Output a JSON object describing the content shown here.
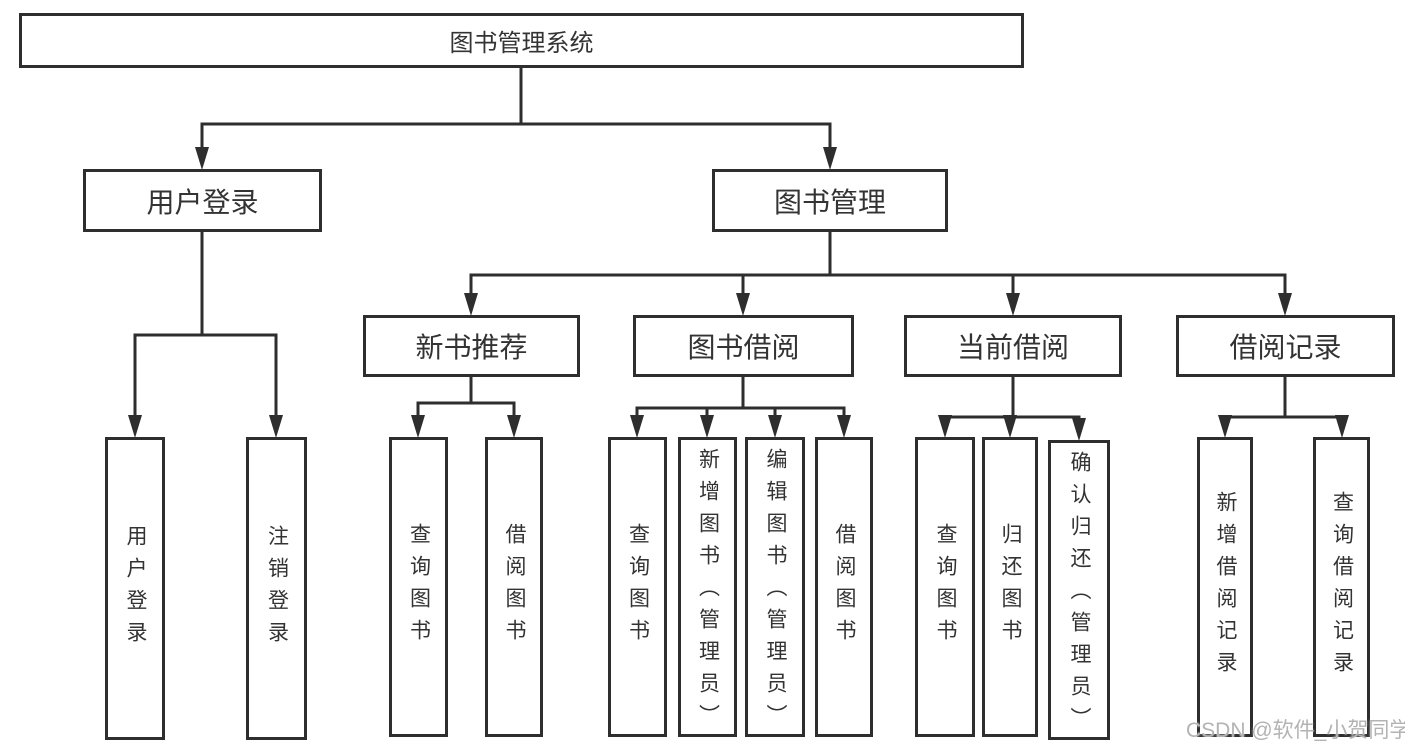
{
  "tree": {
    "root": "图书管理系统",
    "branches": [
      {
        "label": "用户登录",
        "children": [
          "用户登录",
          "注销登录"
        ]
      },
      {
        "label": "图书管理",
        "groups": [
          {
            "label": "新书推荐",
            "children": [
              "查询图书",
              "借阅图书"
            ]
          },
          {
            "label": "图书借阅",
            "children": [
              "查询图书",
              "新增图书（管理员）",
              "编辑图书（管理员）",
              "借阅图书"
            ]
          },
          {
            "label": "当前借阅",
            "children": [
              "查询图书",
              "归还图书",
              "确认归还（管理员）"
            ]
          },
          {
            "label": "借阅记录",
            "children": [
              "新增借阅记录",
              "查询借阅记录"
            ]
          }
        ]
      }
    ]
  },
  "watermark": "CSDN @软件_小贺同学",
  "colors": {
    "line": "#2e2e2e",
    "text": "#333333",
    "watermark_gray": "#b3b3b3",
    "background": "#ffffff"
  }
}
